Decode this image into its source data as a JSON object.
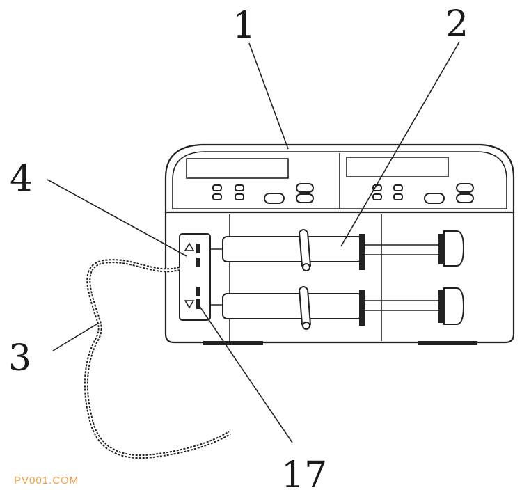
{
  "figure": {
    "labels": {
      "pump_body": "1",
      "syringe": "2",
      "cable": "3",
      "panel": "4",
      "switch": "17"
    },
    "watermark": "PV001.COM"
  }
}
